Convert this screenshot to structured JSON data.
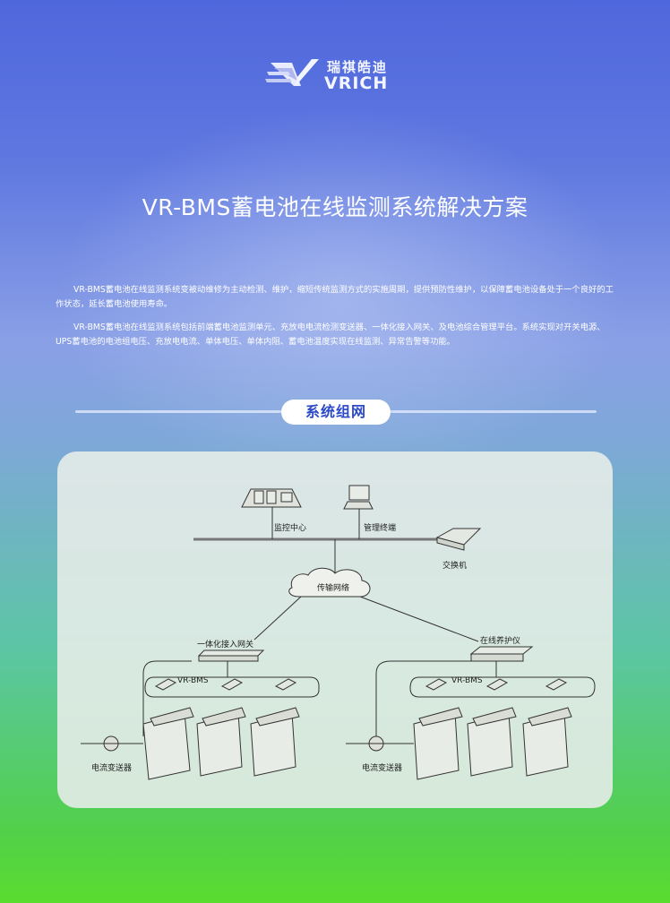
{
  "brand": {
    "name_cn": "瑞祺皓迪",
    "name_en": "VRICH"
  },
  "title": "VR-BMS蓄电池在线监测系统解决方案",
  "paragraphs": [
    "VR-BMS蓄电池在线监测系统变被动维修为主动检测、维护，缩短传统监测方式的实施周期，提供预防性维护，以保障蓄电池设备处于一个良好的工作状态，延长蓄电池使用寿命。",
    "VR-BMS蓄电池在线监测系统包括前端蓄电池监测单元、充放电电流检测变送器、一体化接入网关、及电池综合管理平台。系统实现对开关电源、UPS蓄电池的电池组电压、充放电电流、单体电压、单体内阻、蓄电池温度实现在线监测、异常告警等功能。"
  ],
  "section_title": "系统组网",
  "diagram": {
    "monitor_center": "监控中心",
    "mgmt_terminal": "管理终端",
    "switch": "交换机",
    "network": "传输网络",
    "gateway": "一体化接入网关",
    "online_maintainer": "在线养护仪",
    "vrbms_left": "VR-BMS",
    "vrbms_right": "VR-BMS",
    "sensor_left": "电流变送器",
    "sensor_right": "电流变送器"
  },
  "colors": {
    "title_pill_text": "#2c49c8",
    "bg_top": "#4f67dc",
    "bg_bottom": "#5bdc2f"
  }
}
